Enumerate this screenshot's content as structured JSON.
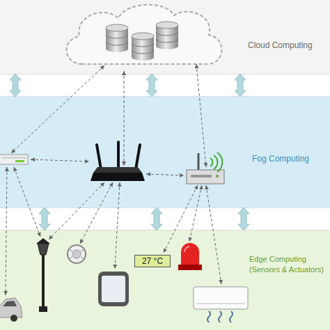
{
  "diagram": {
    "nodes": [
      {
        "text": [
          "Cloud Computing"
        ]
      },
      {
        "text": [
          "Fog Computing"
        ]
      },
      {
        "text": [
          "Edge Computing (Sensors & Actuators)"
        ]
      },
      {
        "text": [
          "27 °C"
        ],
        "in": 2
      }
    ],
    "edges": [
      {
        "from": 0,
        "to": 1,
        "arrow": "both"
      },
      {
        "from": 0,
        "to": 1,
        "arrow": "both"
      },
      {
        "from": 0,
        "to": 1,
        "arrow": "both"
      },
      {
        "from": 1,
        "to": 2,
        "arrow": "both"
      },
      {
        "from": 1,
        "to": 2,
        "arrow": "both"
      },
      {
        "from": 1,
        "to": 2,
        "arrow": "both"
      }
    ]
  }
}
